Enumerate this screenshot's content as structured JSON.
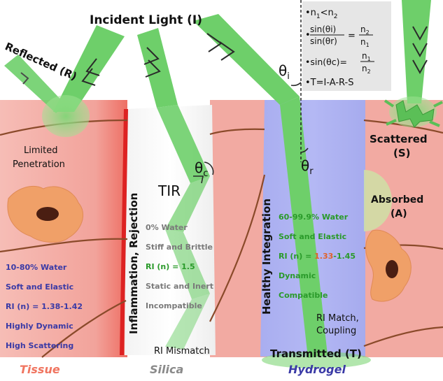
{
  "labels": {
    "incident": "Incident Light (I)",
    "reflected": "Reflected (R)",
    "scattered": "Scattered",
    "scattered_sym": "(S)",
    "absorbed": "Absorbed",
    "absorbed_sym": "(A)",
    "transmitted": "Transmitted (T)",
    "limited_1": "Limited",
    "limited_2": "Penetration",
    "tir": "TIR",
    "theta_c": "θ",
    "theta_c_sub": "c",
    "theta_i": "θ",
    "theta_i_sub": "i",
    "theta_r": "θ",
    "theta_r_sub": "r",
    "inflammation": "Inflammation, Rejection",
    "healthy": "Healthy Integration",
    "ri_mismatch": "RI Mismatch",
    "ri_match_1": "RI Match,",
    "ri_match_2": "Coupling"
  },
  "formulas": {
    "line1": "•n",
    "line1_sub1": "1",
    "line1_mid": "<n",
    "line1_sub2": "2",
    "line2_bullet": "•",
    "line2_num": "sin(θi)",
    "line2_den": "sin(θr)",
    "line2_eq": "=",
    "line2_rnum": "n",
    "line2_rnum_sub": "2",
    "line2_rden": "n",
    "line2_rden_sub": "1",
    "line3_lhs": "•sin(θc)=",
    "line3_num": "n",
    "line3_num_sub": "1",
    "line3_den": "n",
    "line3_den_sub": "2",
    "line4": "•T=I-A-R-S"
  },
  "tissue_props": [
    "10-80% Water",
    "Soft and Elastic",
    "RI (n) = 1.38-1.42",
    "Highly Dynamic",
    "High Scattering"
  ],
  "silica_props": {
    "p1": "0% Water",
    "p2": "Stiff and Brittle",
    "p3": "RI (n) = 1.5",
    "p4": "Static and Inert",
    "p5": "Incompatible"
  },
  "hydrogel_props": {
    "p1": "60-99.9% Water",
    "p2": "Soft and Elastic",
    "p3_a": "RI (n) = ",
    "p3_b": "1.33",
    "p3_c": "-1.45",
    "p4": "Dynamic",
    "p5": "Compatible"
  },
  "footer": {
    "tissue": "Tissue",
    "silica": "Silica",
    "hydrogel": "Hydrogel"
  },
  "colors": {
    "tissue": "#f2aaa2",
    "beam": "#6ecf6a",
    "silica_text": "#7a7a7a",
    "hydrogel_text": "#3a3aa6",
    "tissue_text": "#3a3aa6",
    "tissue_footer": "#f07560",
    "green_text": "#2a9a2a",
    "orange_text": "#e0622a",
    "red_line": "#dd2222"
  }
}
